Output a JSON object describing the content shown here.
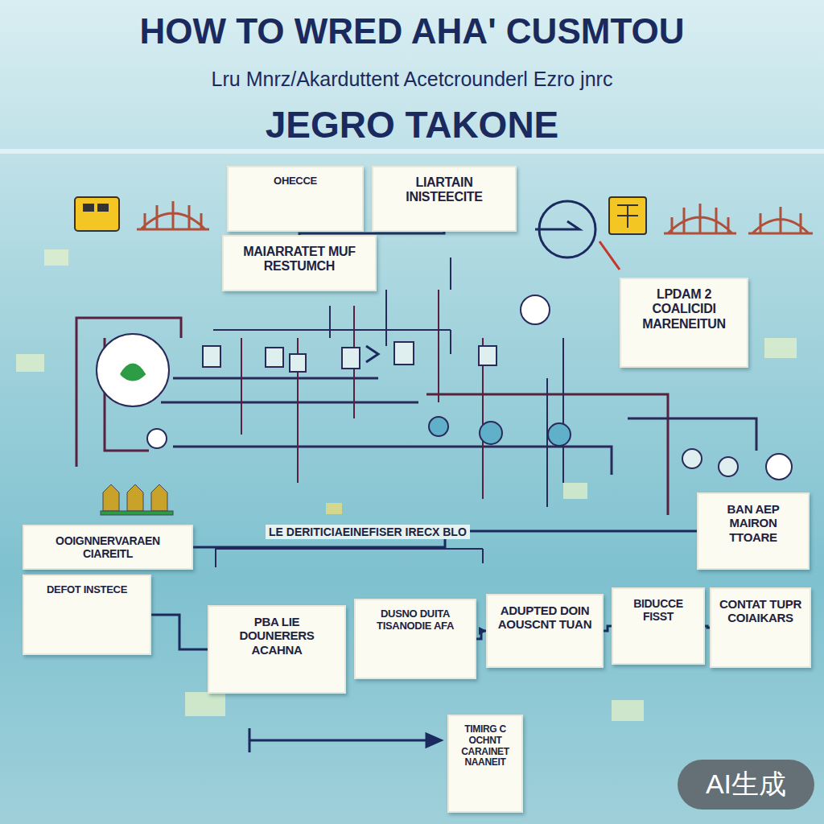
{
  "diagram": {
    "title": "HOW TO WRED AHA' CUSMTOU",
    "nodes": [
      {
        "text": [
          "OHECCE"
        ]
      },
      {
        "text": [
          "LIARTAIN INISTEECITE"
        ]
      },
      {
        "text": [
          "MAIARRATET MUF RESTUMCH"
        ]
      },
      {
        "text": [
          "LPDAM 2 COALICIDI MARENEITUN"
        ]
      },
      {
        "text": [
          "OOIGNNERVARAEN CIAREITL"
        ]
      },
      {
        "text": [
          "BAN AEP MAIRON TTOARE"
        ]
      },
      {
        "text": [
          "DEFOT INSTECE"
        ]
      },
      {
        "text": [
          "PBA LIE DOUNERERS ACAHNA"
        ]
      },
      {
        "text": [
          "DUSNO DUITA TISANODIE AFA"
        ]
      },
      {
        "text": [
          "ADUPTED DOIN AOUSCNT TUAN"
        ]
      },
      {
        "text": [
          "BIDUCCE FISST"
        ]
      },
      {
        "text": [
          "CONTAT TUPR COIAIKARS"
        ]
      },
      {
        "text": [
          "TIMIRG C OCHNT CARAINET NAANEIT"
        ]
      }
    ],
    "edges": [
      {
        "from": 2,
        "to": 1,
        "arrow": "none"
      },
      {
        "from": 6,
        "to": 7,
        "arrow": "none"
      },
      {
        "from": 8,
        "to": 9,
        "arrow": "to"
      },
      {
        "from": 9,
        "to": 10,
        "arrow": "none"
      },
      {
        "from": 10,
        "to": 11,
        "arrow": "none"
      },
      {
        "from": 4,
        "to": 5,
        "arrow": "none"
      }
    ],
    "labels": [
      "Lru Mnrz/Akarduttent Acetcrounderl Ezro jnrc",
      "JEGRO TAKONE",
      "LE DERITICIAEINEFISER IRECX BLO",
      "AI生成"
    ]
  }
}
